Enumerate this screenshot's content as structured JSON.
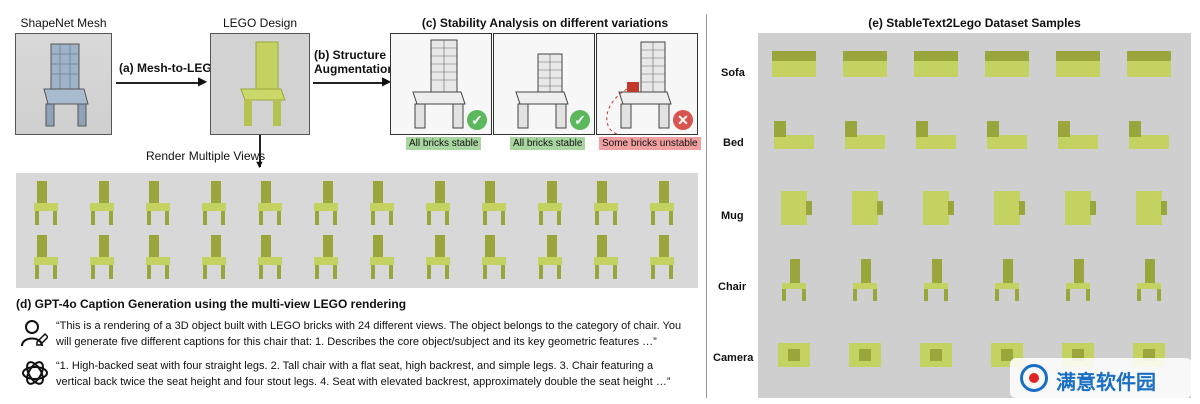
{
  "labels": {
    "shapenet_mesh": "ShapeNet Mesh",
    "lego_design": "LEGO Design",
    "mesh_to_lego": "(a) Mesh-to-LEGO",
    "structure_aug_1": "(b) Structure",
    "structure_aug_2": "Augmentation",
    "render_views": "Render Multiple Views",
    "stability_title": "(c) Stability Analysis on different variations",
    "dataset_title": "(e) StableText2Lego Dataset Samples",
    "caption_title": "(d) GPT-4o Caption Generation using the multi-view LEGO rendering"
  },
  "stability": [
    {
      "status": "All bricks stable",
      "ok": true
    },
    {
      "status": "All bricks stable",
      "ok": true
    },
    {
      "status": "Some bricks unstable",
      "ok": false
    }
  ],
  "dataset_categories": [
    "Sofa",
    "Bed",
    "Mug",
    "Chair",
    "Camera"
  ],
  "prompt_text": {
    "line1": "“This is a rendering of a 3D object built with LEGO bricks with 24 different views. The object belongs to the category of chair. You",
    "line2": "will generate five different captions for this chair that: 1. Describes the core object/subject and its key geometric features …”"
  },
  "response_text": {
    "line1": "“1. High-backed seat with four straight legs. 2. Tall chair with a flat seat, high backrest, and simple legs. 3. Chair featuring a",
    "line2": "vertical back twice the seat height and four stout legs. 4. Seat with elevated backrest, approximately double the seat height …”"
  },
  "watermark": "满意软件园",
  "colors": {
    "lego": "#c5d160",
    "lego_dark": "#9aa63c",
    "ok": "#5cb85c",
    "bad": "#d9534f"
  }
}
